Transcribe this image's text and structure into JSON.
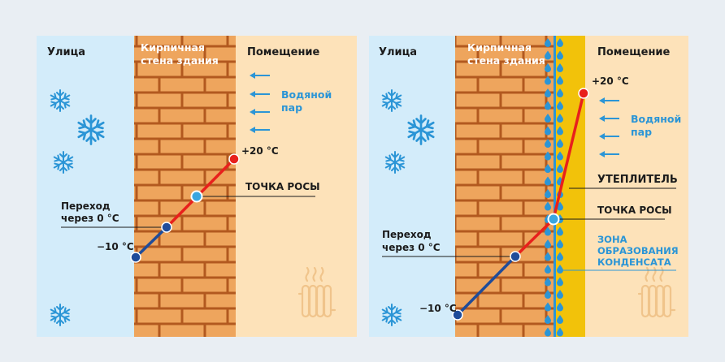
{
  "colors": {
    "background": "#e9eef3",
    "street": "#d3ecfa",
    "brick": "#eea55d",
    "brick_outline": "#b2591f",
    "room": "#fde2b9",
    "insulation": "#f2c20a",
    "hot_line": "#e8201c",
    "cold_line": "#1f4c9a",
    "accent_blue": "#2b95d6",
    "dark_text": "#1b1b1b"
  },
  "left_panel": {
    "street_label": "Улица",
    "wall_label_1": "Кирпичная",
    "wall_label_2": "стена здания",
    "room_label": "Помещение",
    "vapor_label_1": "Водяной",
    "vapor_label_2": "пар",
    "temp_hot": "+20 °C",
    "temp_cold": "−10 °C",
    "dew_point_label": "ТОЧКА РОСЫ",
    "transition_label_1": "Переход",
    "transition_label_2": "через 0 °С"
  },
  "right_panel": {
    "street_label": "Улица",
    "wall_label_1": "Кирпичная",
    "wall_label_2": "стена здания",
    "room_label": "Помещение",
    "vapor_label_1": "Водяной",
    "vapor_label_2": "пар",
    "temp_hot": "+20 °C",
    "temp_cold": "−10 °C",
    "insulation_label": "УТЕПЛИТЕЛЬ",
    "dew_point_label": "ТОЧКА РОСЫ",
    "transition_label_1": "Переход",
    "transition_label_2": "через 0 °С",
    "condensate_label_1": "ЗОНА",
    "condensate_label_2": "ОБРАЗОВАНИЯ",
    "condensate_label_3": "КОНДЕНСАТА"
  },
  "icons": {
    "snowflake": "snowflake-icon",
    "radiator": "radiator-icon",
    "vapor_arrow": "arrow-left-icon",
    "droplet": "water-droplet-icon"
  }
}
